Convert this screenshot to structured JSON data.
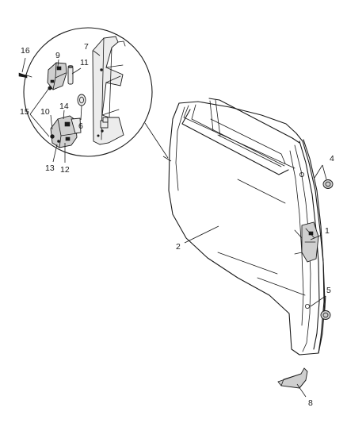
{
  "callouts": [
    {
      "id": "1",
      "label": "1"
    },
    {
      "id": "2",
      "label": "2"
    },
    {
      "id": "4",
      "label": "4"
    },
    {
      "id": "5",
      "label": "5"
    },
    {
      "id": "6",
      "label": "6"
    },
    {
      "id": "7",
      "label": "7"
    },
    {
      "id": "8",
      "label": "8"
    },
    {
      "id": "9",
      "label": "9"
    },
    {
      "id": "10",
      "label": "10"
    },
    {
      "id": "11",
      "label": "11"
    },
    {
      "id": "12",
      "label": "12"
    },
    {
      "id": "13",
      "label": "13"
    },
    {
      "id": "14",
      "label": "14"
    },
    {
      "id": "15",
      "label": "15"
    },
    {
      "id": "16",
      "label": "16"
    }
  ],
  "colors": {
    "ink": "#1a1a1a",
    "background": "#ffffff",
    "shade": "#cfcfcf"
  }
}
